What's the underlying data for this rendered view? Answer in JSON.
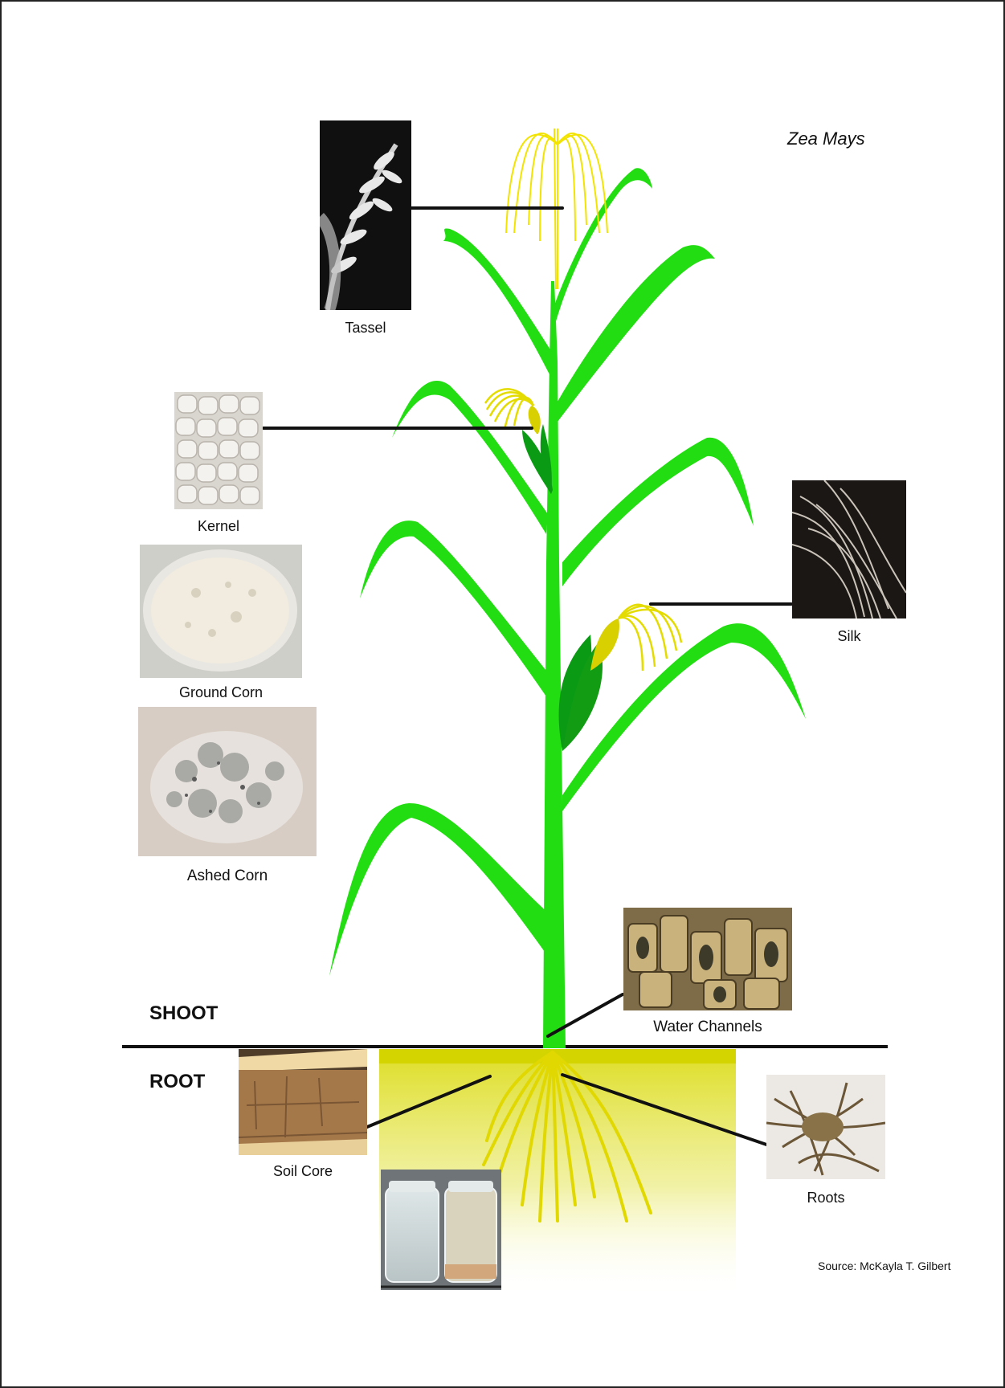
{
  "species": "Zea Mays",
  "zones": {
    "shoot": "SHOOT",
    "root": "ROOT"
  },
  "labels": {
    "tassel": "Tassel",
    "kernel": "Kernel",
    "ground_corn": "Ground Corn",
    "ashed_corn": "Ashed Corn",
    "silk": "Silk",
    "water_channels": "Water Channels",
    "soil_core": "Soil Core",
    "roots": "Roots"
  },
  "source": "Source: McKayla T. Gilbert",
  "colors": {
    "leaf_green": "#22dd11",
    "dark_green": "#0b9a14",
    "tassel_yellow": "#f0e000",
    "silk_yellow": "#d8d000",
    "soil_yellow": "#d6d600",
    "line_black": "#111111"
  }
}
